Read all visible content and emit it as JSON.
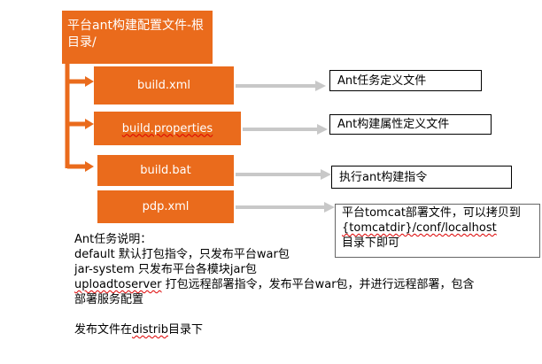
{
  "root": {
    "text": "平台ant构建配置文件-根目录/"
  },
  "files": [
    {
      "name": "build.xml",
      "desc": "Ant任务定义文件"
    },
    {
      "name": "build.properties",
      "desc": "Ant构建属性定义文件"
    },
    {
      "name": "build.bat",
      "desc": "执行ant构建指令"
    },
    {
      "name": "pdp.xml",
      "desc_pre": "平台tomcat部署文件，可以拷贝到",
      "desc_link": "{tomcatdir}/conf/localhost",
      "desc_post": "目录下即可"
    }
  ],
  "notes": {
    "title": "Ant任务说明：",
    "line1_key": "default",
    "line1_rest": " 默认打包指令，只发布平台war包",
    "line2": "jar-system 只发布平台各模块jar包",
    "line3_key": "uploadtoserver",
    "line3_rest": " 打包远程部署指令，发布平台war包，并进行远程部署，包含",
    "line4": "部署服务配置",
    "footer_pre": "发布文件在",
    "footer_key": "distrib",
    "footer_post": "目录下"
  },
  "colors": {
    "orange": "#ea6b1c",
    "arrow_gray": "#c8c8c8"
  }
}
